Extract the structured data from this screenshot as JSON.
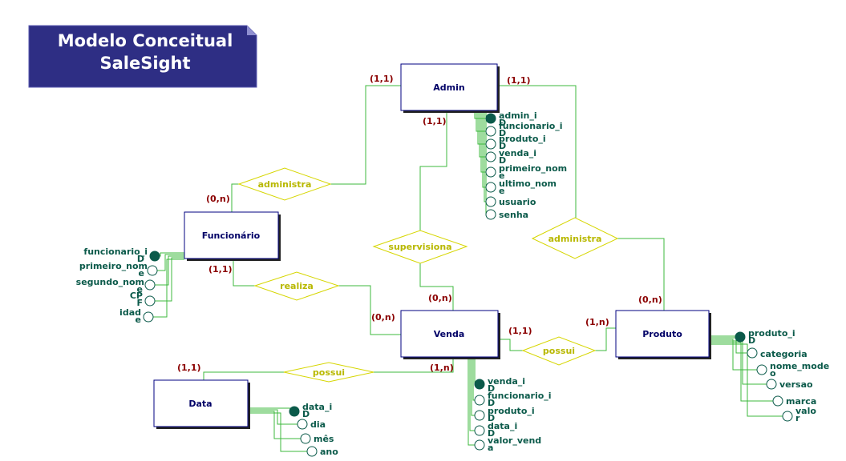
{
  "title": {
    "line1": "Modelo Conceitual",
    "line2": "SaleSight"
  },
  "entities": {
    "admin": "Admin",
    "funcionario": "Funcionário",
    "venda": "Venda",
    "produto": "Produto",
    "data": "Data"
  },
  "relationships": {
    "administra_func": "administra",
    "supervisiona": "supervisiona",
    "administra_prod": "administra",
    "realiza": "realiza",
    "possui_prod": "possui",
    "possui_data": "possui"
  },
  "cardinalities": {
    "admin_left": "(1,1)",
    "admin_right": "(1,1)",
    "admin_bottom": "(1,1)",
    "func_top": "(0,n)",
    "func_bottom": "(1,1)",
    "venda_top": "(0,n)",
    "venda_left": "(0,n)",
    "venda_right": "(1,1)",
    "venda_bottom": "(1,n)",
    "produto_top": "(0,n)",
    "produto_left": "(1,n)",
    "data_top": "(1,1)"
  },
  "attributes": {
    "admin": [
      "admin_i",
      "funcionario_i",
      "produto_i",
      "venda_i",
      "primeiro_nom",
      "ultimo_nom",
      "usuario",
      "senha"
    ],
    "funcionario": [
      "funcionario_i",
      "primeiro_nom",
      "segundo_nom",
      "CP",
      "idad"
    ],
    "venda": [
      "venda_i",
      "funcionario_i",
      "produto_i",
      "data_i",
      "valor_vend"
    ],
    "produto": [
      "produto_i",
      "categoria",
      "nome_mode",
      "versao",
      "marca",
      "valo"
    ],
    "data": [
      "data_i",
      "dia",
      "mês",
      "ano"
    ]
  },
  "attribute_wrap": {
    "admin": [
      "D",
      "D",
      "D",
      "D",
      "e",
      "e",
      "",
      ""
    ],
    "funcionario": [
      "D",
      "e",
      "e",
      "F",
      "e"
    ],
    "venda": [
      "D",
      "D",
      "D",
      "D",
      "a"
    ],
    "produto": [
      "D",
      "",
      "o",
      "",
      "",
      "r"
    ],
    "data": [
      "D",
      "",
      "",
      ""
    ]
  }
}
